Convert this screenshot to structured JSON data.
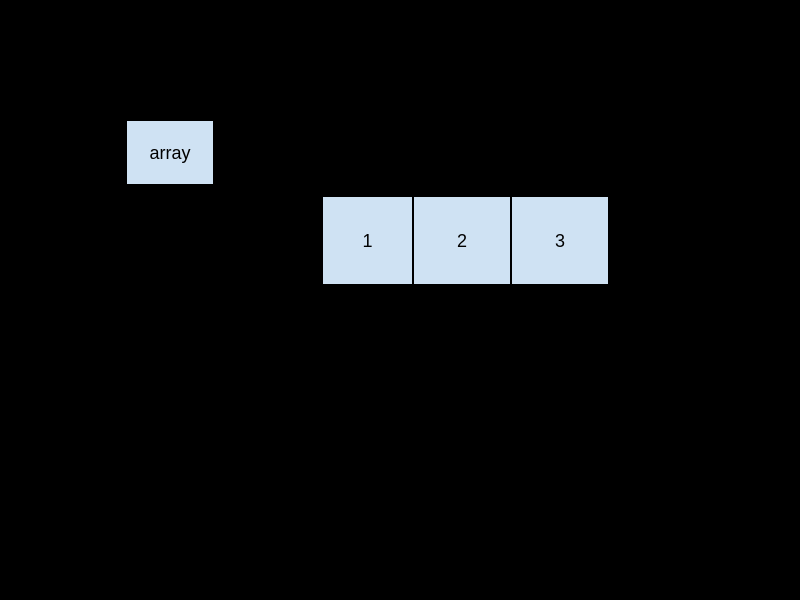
{
  "colors": {
    "background": "#000000",
    "box_fill": "#cfe2f3",
    "box_border": "#000000",
    "text": "#000000"
  },
  "diagram": {
    "label_box": {
      "text": "array"
    },
    "cells": [
      {
        "value": "1"
      },
      {
        "value": "2"
      },
      {
        "value": "3"
      }
    ]
  }
}
